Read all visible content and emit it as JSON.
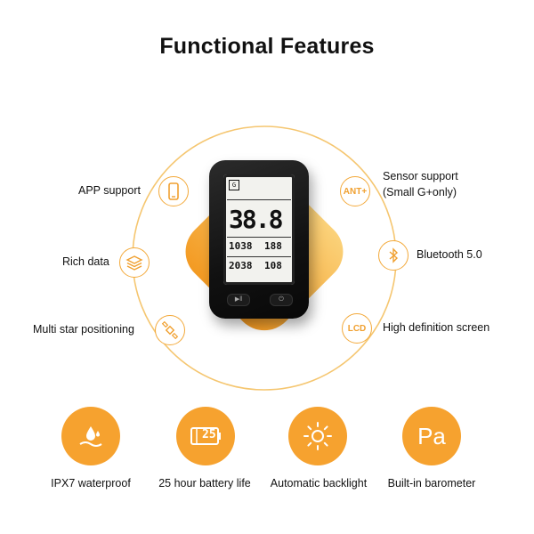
{
  "title": "Functional Features",
  "colors": {
    "accent": "#f6a22f",
    "ring": "#f5c670",
    "text": "#111111"
  },
  "features": {
    "app": {
      "label": "APP support",
      "icon": "phone-icon"
    },
    "rich": {
      "label": "Rich data",
      "icon": "layers-icon"
    },
    "multi": {
      "label": "Multi star positioning",
      "icon": "satellite-icon"
    },
    "ant": {
      "label_line1": "Sensor support",
      "label_line2": "(Small G+only)",
      "icon_text": "ANT+"
    },
    "bt": {
      "label": "Bluetooth 5.0",
      "icon": "bluetooth-icon"
    },
    "lcd": {
      "label": "High definition screen",
      "icon_text": "LCD"
    }
  },
  "device_screen": {
    "big": "38.8",
    "mid_left": "1038",
    "mid_right": "188",
    "bot_left": "2038",
    "bot_right": "108"
  },
  "bottom": [
    {
      "label": "IPX7 waterproof",
      "icon": "water-drop-icon"
    },
    {
      "label": "25 hour battery life",
      "icon": "battery-icon",
      "icon_text": "25"
    },
    {
      "label": "Automatic backlight",
      "icon": "sun-icon"
    },
    {
      "label": "Built-in barometer",
      "icon": "barometer-icon",
      "icon_text": "Pa"
    }
  ]
}
